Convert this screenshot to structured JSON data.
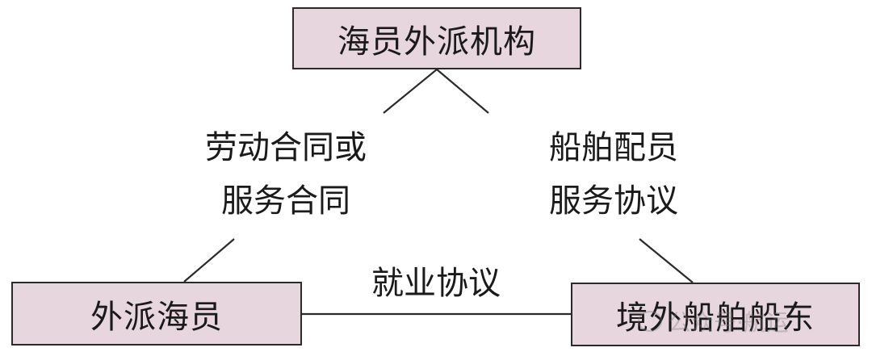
{
  "diagram": {
    "nodes": {
      "top": "海员外派机构",
      "left": "外派海员",
      "right": "境外船舶船东"
    },
    "relations": {
      "left_line1": "劳动合同或",
      "left_line2": "服务合同",
      "right_line1": "船舶配员",
      "right_line2": "服务协议",
      "bottom": "就业协议"
    },
    "colors": {
      "node_fill": "#e8d6de",
      "border": "#2a2a2a"
    }
  },
  "watermark": {
    "text": "公众号·航运"
  }
}
